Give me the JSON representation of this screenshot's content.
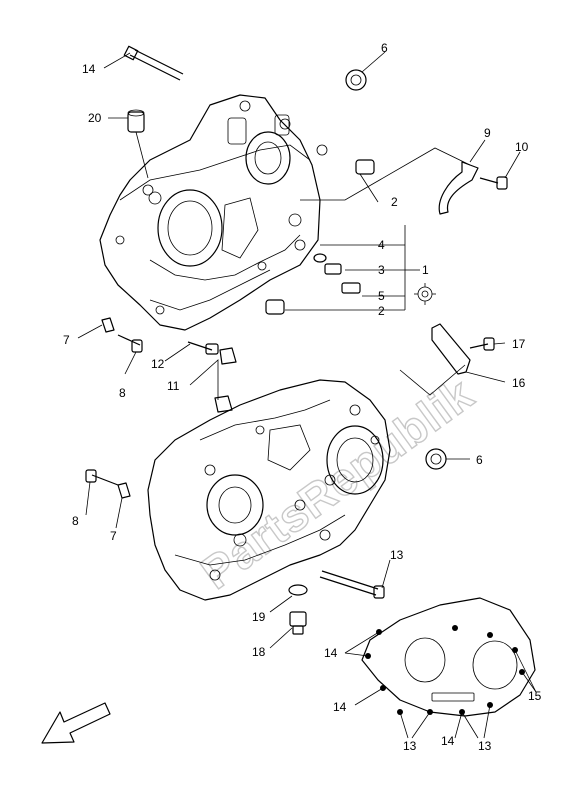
{
  "watermark": "PartsRepublik",
  "callouts": {
    "c1": "1",
    "c2a": "2",
    "c2b": "2",
    "c3": "3",
    "c4": "4",
    "c5": "5",
    "c6a": "6",
    "c6b": "6",
    "c7a": "7",
    "c7b": "7",
    "c8a": "8",
    "c8b": "8",
    "c9": "9",
    "c10": "10",
    "c11": "11",
    "c12": "12",
    "c13a": "13",
    "c13b": "13",
    "c13c": "13",
    "c14a": "14",
    "c14b": "14",
    "c14c": "14",
    "c14d": "14",
    "c15": "15",
    "c16": "16",
    "c17": "17",
    "c18": "18",
    "c19": "19",
    "c20": "20"
  },
  "icons": {
    "gear": "gear-icon",
    "front_arrow": "front-direction-arrow-icon"
  }
}
